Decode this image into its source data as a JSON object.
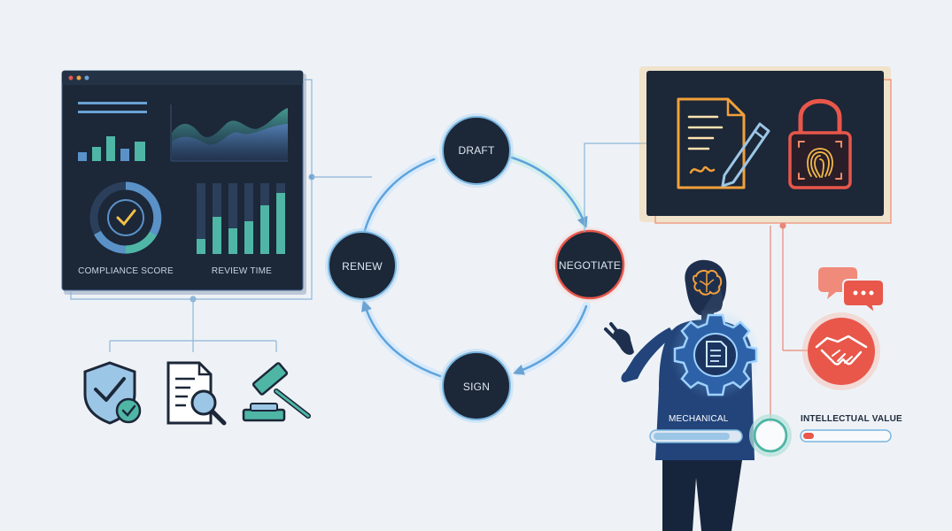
{
  "cycle": {
    "draft": "DRAFT",
    "negotiate": "NEGOTIATE",
    "sign": "SIGN",
    "renew": "RENEW"
  },
  "dashboard": {
    "compliance_label": "COMPLIANCE SCORE",
    "review_label": "REVIEW TIME"
  },
  "meters": {
    "mechanical_label": "MECHANICAL",
    "intellectual_label": "INTELLECTUAL VALUE"
  },
  "icons": [
    "shield-check-icon",
    "document-search-icon",
    "gavel-icon",
    "contract-pen-icon",
    "fingerprint-lock-icon",
    "chat-bubbles-icon",
    "handshake-icon",
    "brain-icon",
    "document-gear-icon"
  ],
  "colors": {
    "navy": "#1c2738",
    "teal": "#4fb6a6",
    "blue": "#5a92c8",
    "red": "#e8574a",
    "orange": "#f2a03a",
    "background": "#eef2f6"
  }
}
